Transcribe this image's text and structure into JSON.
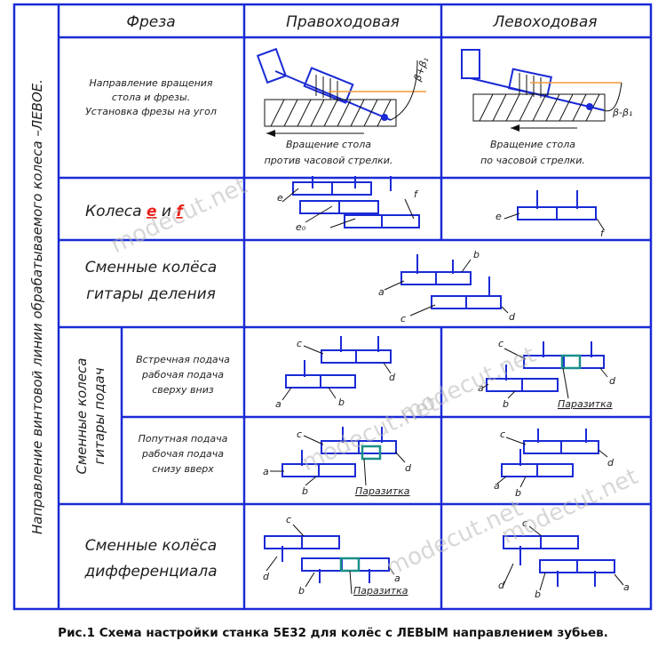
{
  "side_label": "Направление винтовой линии обрабатываемого колеса –ЛЕВОЕ.",
  "header": {
    "col1": "Фреза",
    "col2": "Правоходовая",
    "col3": "Левоходовая"
  },
  "row1": {
    "label_lines": [
      "Направление вращения",
      "стола и фрезы.",
      "Установка фрезы на угол"
    ],
    "right_caption": [
      "Вращение стола",
      "против часовой стрелки."
    ],
    "left_caption": [
      "Вращение стола",
      "по часовой стрелки."
    ],
    "right_angle": "β+β₁",
    "left_angle": "β-β₁"
  },
  "row2": {
    "label_prefix": "Колеса ",
    "e": "e",
    "and": " и ",
    "f": "f",
    "e0": "e₀"
  },
  "row3": {
    "label_lines": [
      "Сменные колёса",
      "гитары деления"
    ]
  },
  "feed_label_lines": [
    "Сменные колеса",
    "гитары подач"
  ],
  "row4": {
    "label_lines": [
      "Встречная подача",
      "рабочая подача",
      "сверху вниз"
    ]
  },
  "row5": {
    "label_lines": [
      "Попутная подача",
      "рабочая подача",
      "снизу вверх"
    ]
  },
  "row6": {
    "label_lines": [
      "Сменные колёса",
      "дифференциала"
    ]
  },
  "letters": {
    "a": "a",
    "b": "b",
    "c": "c",
    "d": "d",
    "e": "e",
    "f": "f"
  },
  "idler": "Паразитка",
  "watermark": "modecut.net",
  "caption": "Рис.1 Схема настройки станка 5Е32 для колёс с ЛЕВЫМ направлением зубьев.",
  "colors": {
    "blue": "#1a2ad6",
    "red": "#e8201a",
    "teal": "#1a8f8a",
    "orange": "#f29a3a"
  }
}
